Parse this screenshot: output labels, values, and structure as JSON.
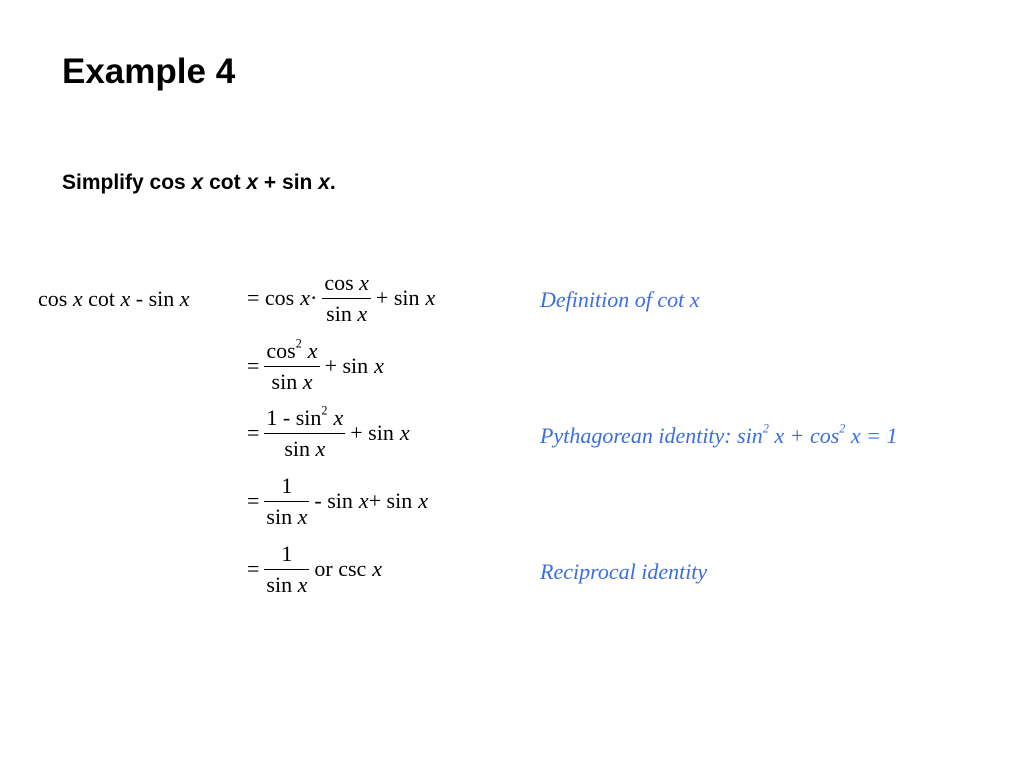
{
  "title": "Example 4",
  "problem": {
    "prefix": "Simplify cos ",
    "v1": "x",
    "mid1": " cot ",
    "v2": "x",
    "mid2": " + sin ",
    "v3": "x",
    "end": "."
  },
  "lhs": {
    "t1": "cos ",
    "v1": "x",
    "t2": " cot ",
    "v2": "x",
    "t3": " - sin ",
    "v3": "x"
  },
  "steps": [
    {
      "pre": "= cos ",
      "pre_var": "x",
      "dot": " ·",
      "num_text": "cos ",
      "num_var": "x",
      "den_text": "sin ",
      "den_var": "x",
      "post": "+ sin ",
      "post_var": "x",
      "note": "Definition of cot x"
    },
    {
      "eq": "=",
      "num_text": "cos",
      "num_sup": "2",
      "num_var": "x",
      "den_text": "sin ",
      "den_var": "x",
      "post": "+ sin ",
      "post_var": "x"
    },
    {
      "eq": "=",
      "num_text": "1 - sin",
      "num_sup": "2",
      "num_var": "x",
      "den_text": "sin ",
      "den_var": "x",
      "post": "+ sin ",
      "post_var": "x",
      "note": {
        "a": "Pythagorean identity: sin",
        "sup1": "2",
        "b": " x + cos",
        "sup2": "2",
        "c": " x = 1"
      }
    },
    {
      "eq": "=",
      "num_text": "1",
      "den_text": "sin ",
      "den_var": "x",
      "post1": "- sin ",
      "post1_var": "x",
      "post2": " + sin ",
      "post2_var": "x"
    },
    {
      "eq": "=",
      "num_text": "1",
      "den_text": "sin ",
      "den_var": "x",
      "post": "or csc ",
      "post_var": "x",
      "note": "Reciprocal identity"
    }
  ]
}
